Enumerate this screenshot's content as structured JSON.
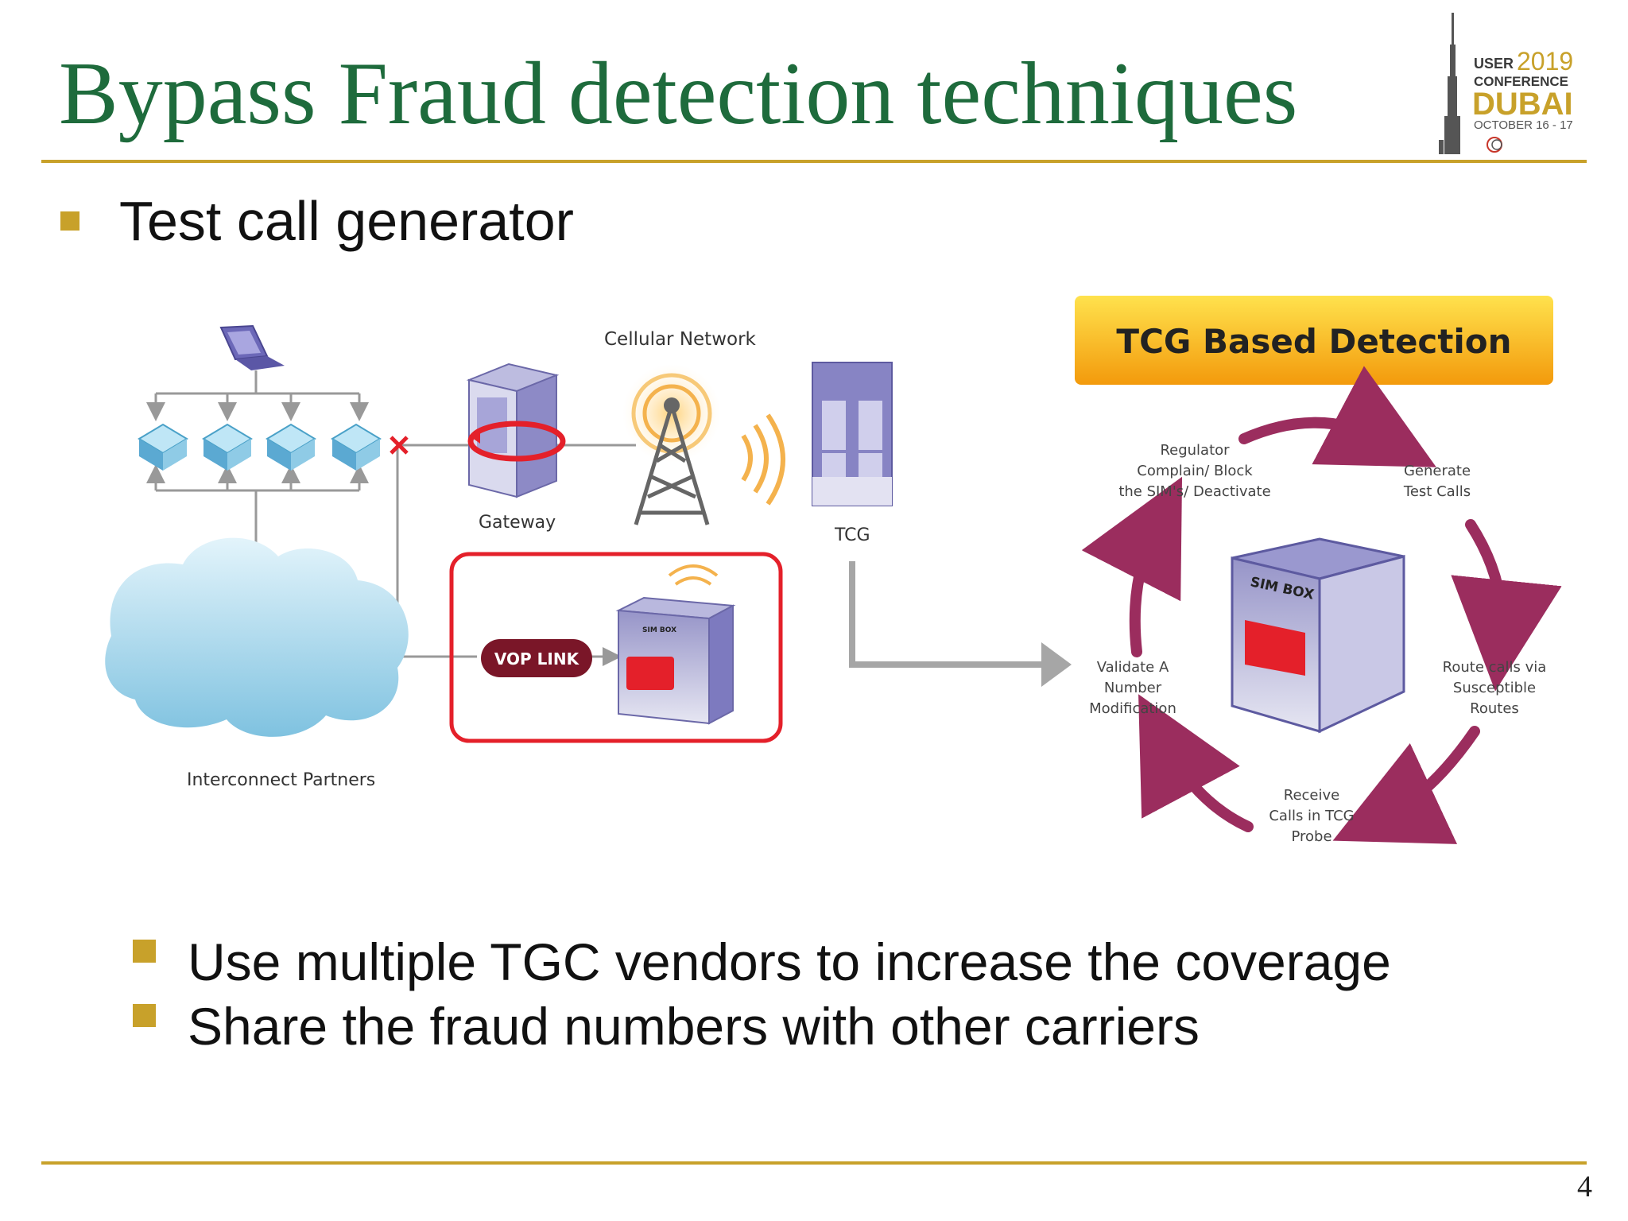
{
  "slide": {
    "title": "Bypass Fraud detection techniques",
    "page_number": "4",
    "bullet_main": "Test call generator",
    "sub_bullets": [
      "Use multiple TGC vendors to increase the coverage",
      "Share the fraud numbers with other carriers"
    ]
  },
  "logo": {
    "user": "USER",
    "year": "2019",
    "conference": "CONFERENCE",
    "city": "DUBAI",
    "dates": "OCTOBER 16 - 17"
  },
  "diagram": {
    "cellular_network": "Cellular Network",
    "gateway": "Gateway",
    "tcg": "TCG",
    "interconnect_partners": "Interconnect Partners",
    "vop_link": "VOP LINK",
    "sim_box_small": "SIM BOX",
    "detection_title": "TCG Based Detection",
    "sim_box": "SIM BOX",
    "cycle": {
      "regulator": [
        "Regulator",
        "Complain/ Block",
        "the SIM's/ Deactivate"
      ],
      "generate": [
        "Generate",
        "Test Calls"
      ],
      "route": [
        "Route calls via",
        "Susceptible",
        "Routes"
      ],
      "receive": [
        "Receive",
        "Calls in TCG",
        "Probe"
      ],
      "validate": [
        "Validate A",
        "Number",
        "Modification"
      ]
    }
  },
  "colors": {
    "title_green": "#1e6b3c",
    "accent_gold": "#c8a12a",
    "highlight_red": "#e4202a",
    "cycle_arrow": "#9b2d5e",
    "banner_orange": "#f5a90f"
  }
}
